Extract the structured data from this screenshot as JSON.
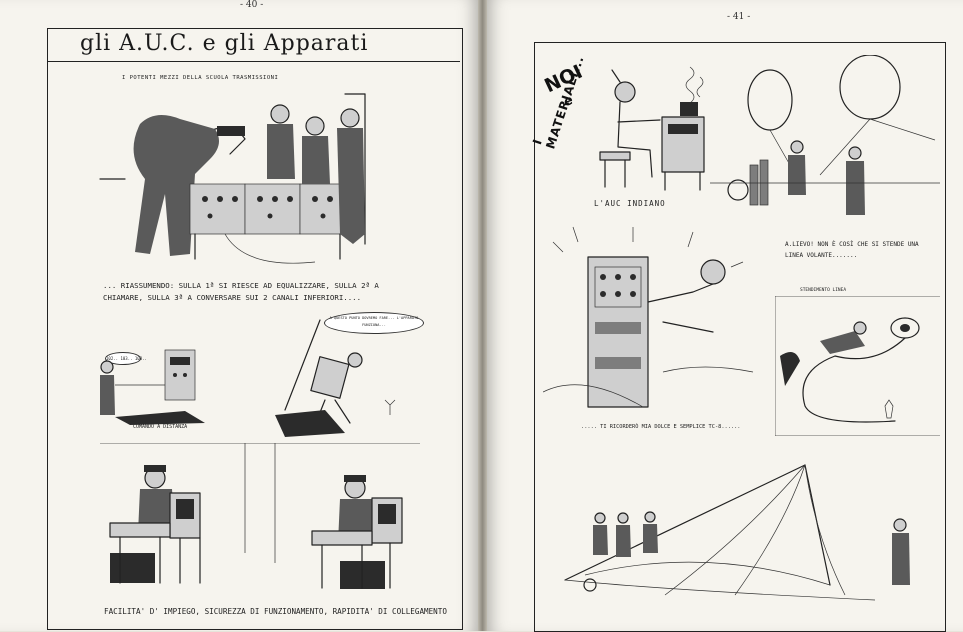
{
  "left_page": {
    "page_number": "- 40 -",
    "title": "gli A.U.C. e gli Apparati",
    "header_caption": "I POTENTI MEZZI DELLA SCUOLA TRASMISSIONI",
    "riassumendo_caption": "... RIASSUMENDO: SULLA 1ª SI RIESCE AD EQUALIZZARE, SULLA 2ª A CHIAMARE, SULLA 3ª A CONVERSARE SUI 2 CANALI INFERIORI....",
    "speech_left": "102.. 103.. 103..",
    "speech_right": "A QUESTO PUNTO DOVREMO FARE... L'APPARATO FUNZIONA...",
    "comando_caption": "COMANDO A DISTANZA",
    "facilita_caption": "FACILITA' D' IMPIEGO, SICUREZZA DI FUNZIONAMENTO, RAPIDITA' DI COLLEGAMENTO"
  },
  "right_page": {
    "page_number": "- 41 -",
    "noi_line1": "NOI",
    "noi_line2": "e",
    "noi_line3": "I MATERIALI...",
    "auc_caption": "L'AUC INDIANO",
    "alievo_caption": "A.LIEVO! NON È COSÌ CHE SI STENDE UNA LINEA VOLANTE.......",
    "stendimento_caption": "STENDIMENTO LINEA",
    "tiricordero_caption": "..... TI RICORDERÒ MIA DOLCE E SEMPLICE TC-8......"
  },
  "icons": [
    "cartoon-illustration",
    "balloon-icon",
    "radio-apparatus-icon",
    "antenna-mast-icon",
    "cable-reel-icon"
  ],
  "colors": {
    "paper": "#f6f4ee",
    "ink": "#222222",
    "background": "#e7e4da"
  }
}
